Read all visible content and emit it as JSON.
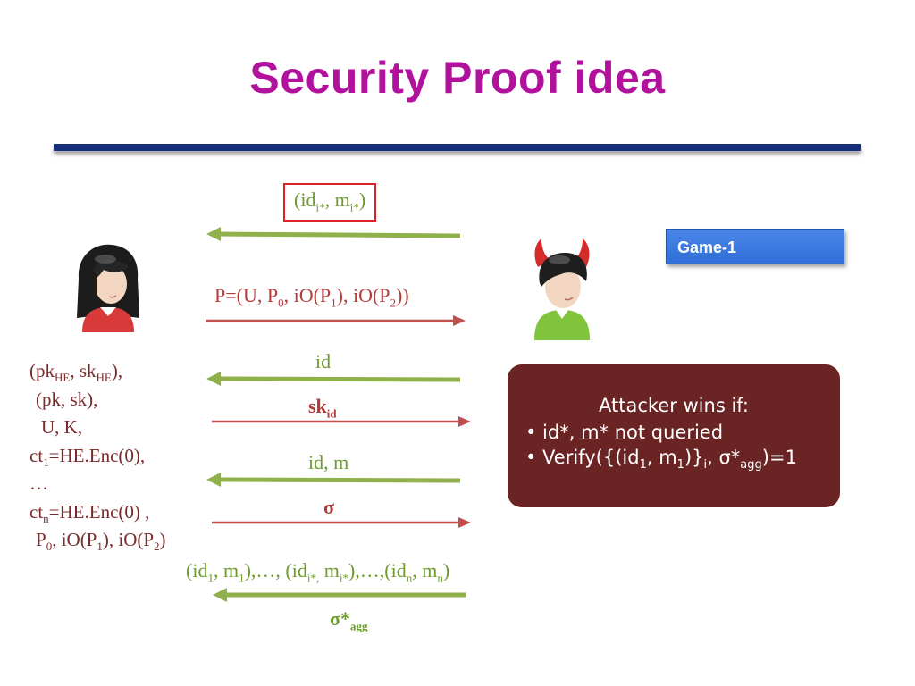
{
  "slide": {
    "title": "Security Proof idea"
  },
  "game_label": "Game-1",
  "messages": {
    "challenge_pair": {
      "open": "(id",
      "sub_a": "i*",
      "mid": ", m",
      "sub_b": "i*",
      "close": ")"
    },
    "public_params": {
      "a": "P=(U, P",
      "s0": "0",
      "b": ", iO(P",
      "s1": "1",
      "c": "), iO(P",
      "s2": "2",
      "d": "))"
    },
    "query_id": "id",
    "reply_sk": {
      "main": "sk",
      "sub": "id"
    },
    "query_id_m": "id, m",
    "reply_sigma": "σ",
    "final_list": {
      "a": "(id",
      "s1": "1",
      "b": ", m",
      "s2": "1",
      "c": "),…, (id",
      "s3": "i*,",
      "d": " m",
      "s4": "i*",
      "e": "),…,(id",
      "s5": "n",
      "f": ", m",
      "s6": "n",
      "g": ")"
    },
    "final_sigma": {
      "main": "σ*",
      "sub": "agg"
    }
  },
  "challenger_state": {
    "line1": {
      "a": "(pk",
      "s1": "HE",
      "b": ", sk",
      "s2": "HE",
      "c": "),"
    },
    "line2": "(pk, sk),",
    "line3": "U, K,",
    "line4": {
      "a": "ct",
      "s1": "1",
      "b": "=HE.Enc(0),"
    },
    "line5": "…",
    "line6": {
      "a": "ct",
      "s1": "n",
      "b": "=HE.Enc(0) ,"
    },
    "line7": {
      "a": "P",
      "s1": "0",
      "b": ", iO(P",
      "s2": "1",
      "c": "), iO(P",
      "s3": "2",
      "d": ")"
    }
  },
  "win_condition": {
    "heading": "Attacker wins if:",
    "bullet1": "• id*, m* not queried",
    "bullet2": {
      "a": "• Verify({(id",
      "s1": "1",
      "b": ", m",
      "s2": "1",
      "c": ")}",
      "s3": "i",
      "d": ", σ*",
      "s4": "agg",
      "e": ")=1"
    }
  },
  "colors": {
    "title": "#b2119e",
    "rule": "#14307a",
    "green_arrow": "#8fb04a",
    "red_arrow": "#c0504d",
    "win_box": "#6b2424",
    "game_button": "#3c7be0"
  }
}
